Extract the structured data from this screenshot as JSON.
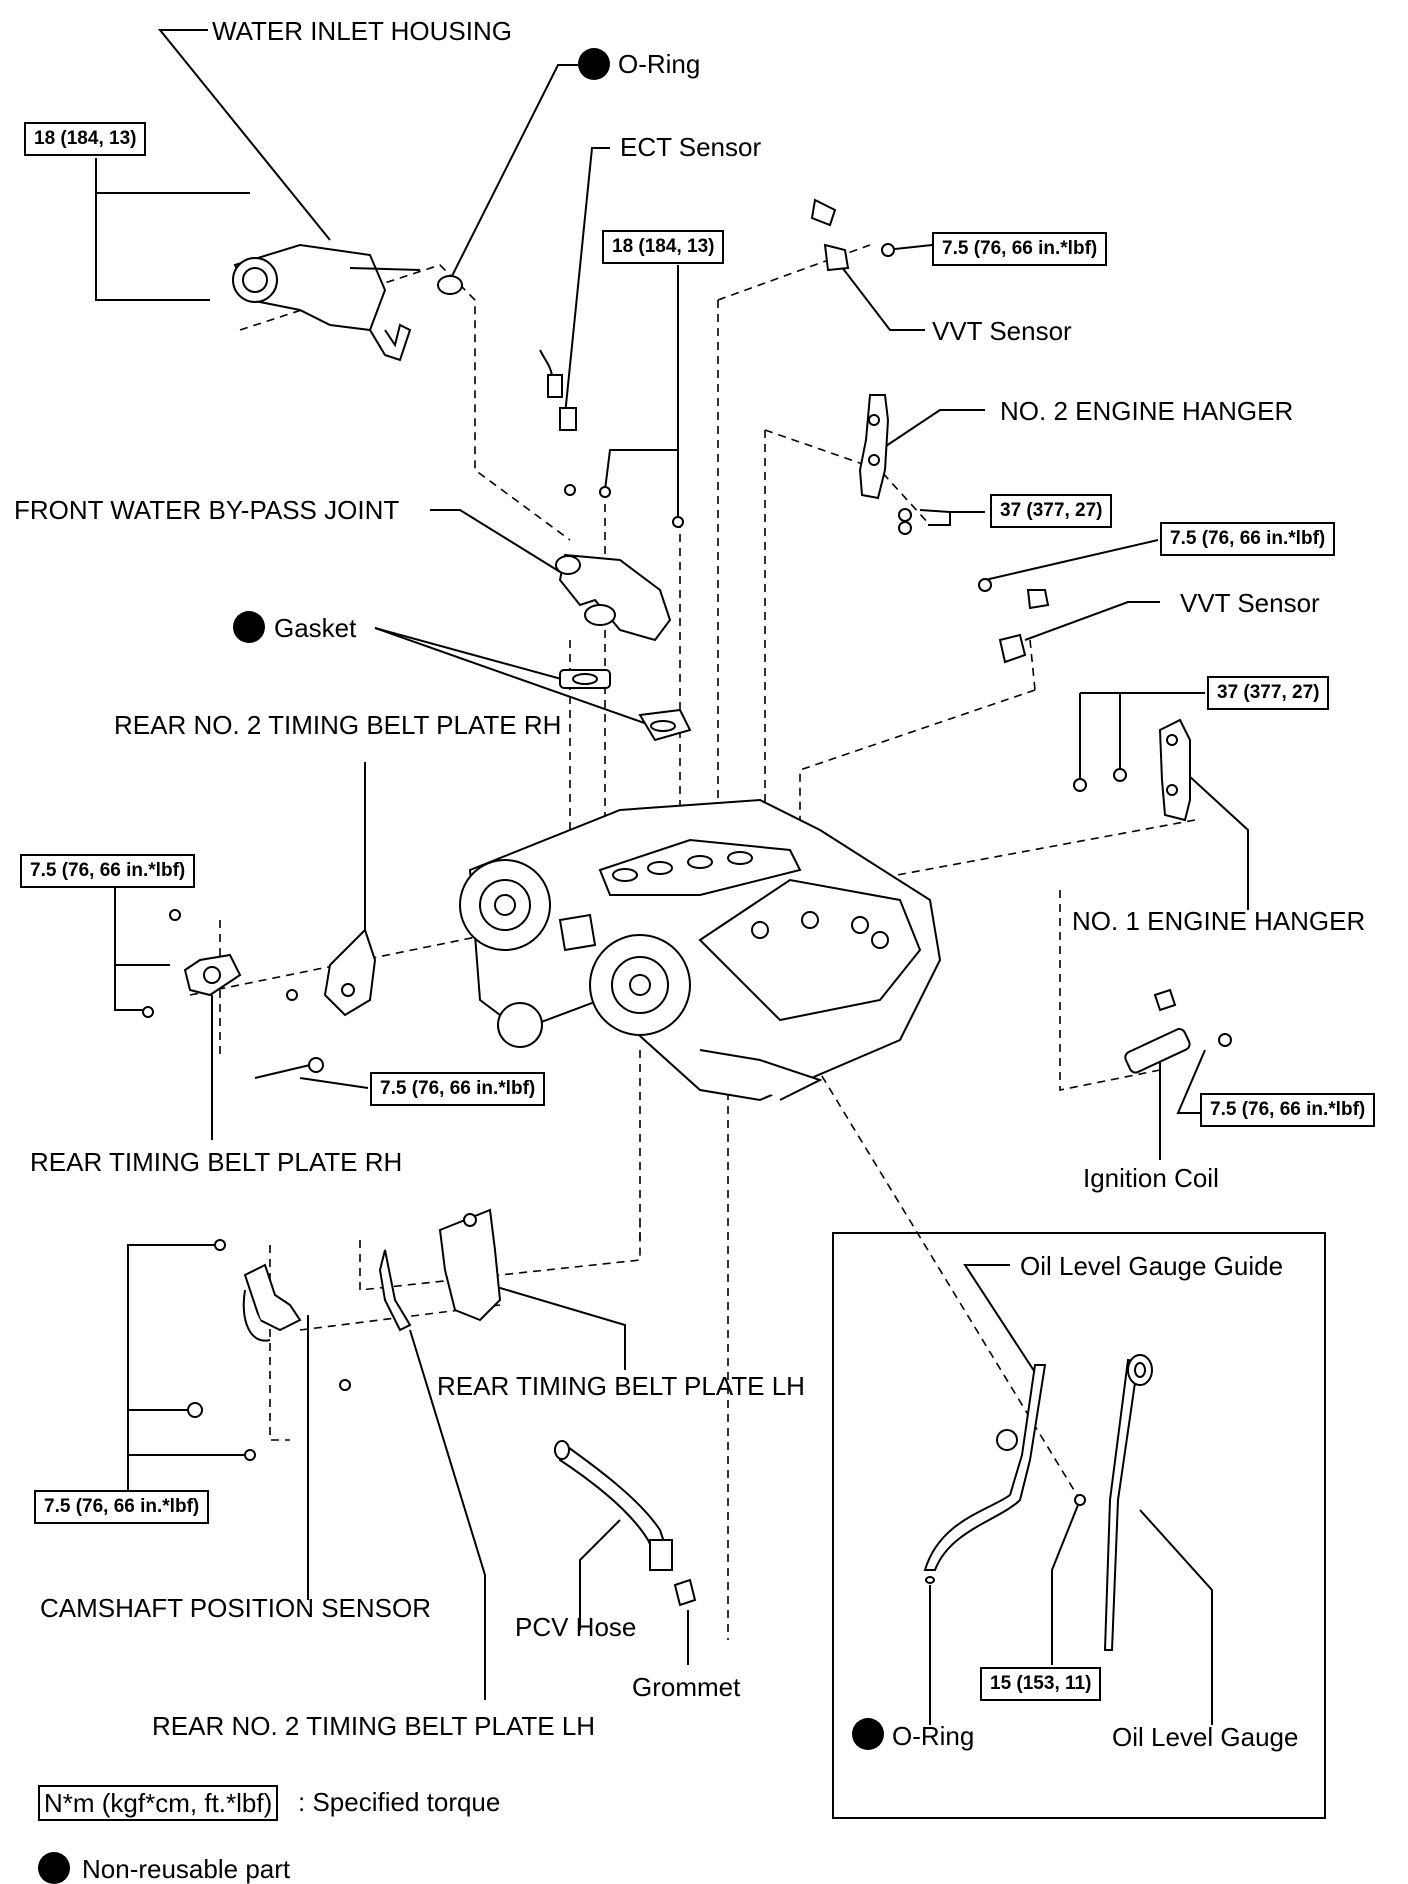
{
  "colors": {
    "ink": "#000000",
    "paper": "#ffffff"
  },
  "labels": {
    "water_inlet_housing": "WATER INLET HOUSING",
    "o_ring_top": "O-Ring",
    "ect_sensor": "ECT Sensor",
    "vvt_sensor_top": "VVT Sensor",
    "no2_engine_hanger": "NO. 2 ENGINE HANGER",
    "front_water_bypass_joint": "FRONT WATER BY-PASS JOINT",
    "gasket": "Gasket",
    "vvt_sensor_mid": "VVT Sensor",
    "rear_no2_timing_belt_plate_rh": "REAR NO. 2 TIMING BELT PLATE RH",
    "no1_engine_hanger": "NO. 1 ENGINE HANGER",
    "rear_timing_belt_plate_rh": "REAR TIMING BELT PLATE RH",
    "ignition_coil": "Ignition Coil",
    "oil_level_gauge_guide": "Oil Level Gauge Guide",
    "rear_timing_belt_plate_lh": "REAR TIMING BELT PLATE LH",
    "camshaft_position_sensor": "CAMSHAFT POSITION SENSOR",
    "pcv_hose": "PCV Hose",
    "grommet": "Grommet",
    "rear_no2_timing_belt_plate_lh": "REAR NO. 2 TIMING BELT PLATE LH",
    "o_ring_bottom": "O-Ring",
    "oil_level_gauge": "Oil Level Gauge"
  },
  "torques": {
    "water_inlet_housing": "18 (184, 13)",
    "bypass_joint": "18 (184, 13)",
    "vvt_sensor_top": "7.5 (76, 66 in.*lbf)",
    "no2_engine_hanger": "37 (377, 27)",
    "vvt_sensor_mid": "7.5 (76, 66 in.*lbf)",
    "no1_engine_hanger": "37 (377, 27)",
    "rear_timing_belt_plate_rh": "7.5 (76, 66 in.*lbf)",
    "rear_timing_belt_plate_rh_bolt": "7.5 (76, 66 in.*lbf)",
    "ignition_coil": "7.5 (76, 66 in.*lbf)",
    "camshaft_plate_lh": "7.5 (76, 66 in.*lbf)",
    "oil_level_gauge_guide": "15 (153, 11)"
  },
  "legend": {
    "torque_key": "N*m (kgf*cm, ft.*lbf)",
    "torque_desc": ": Specified torque",
    "nonreusable_desc": "Non-reusable part"
  }
}
